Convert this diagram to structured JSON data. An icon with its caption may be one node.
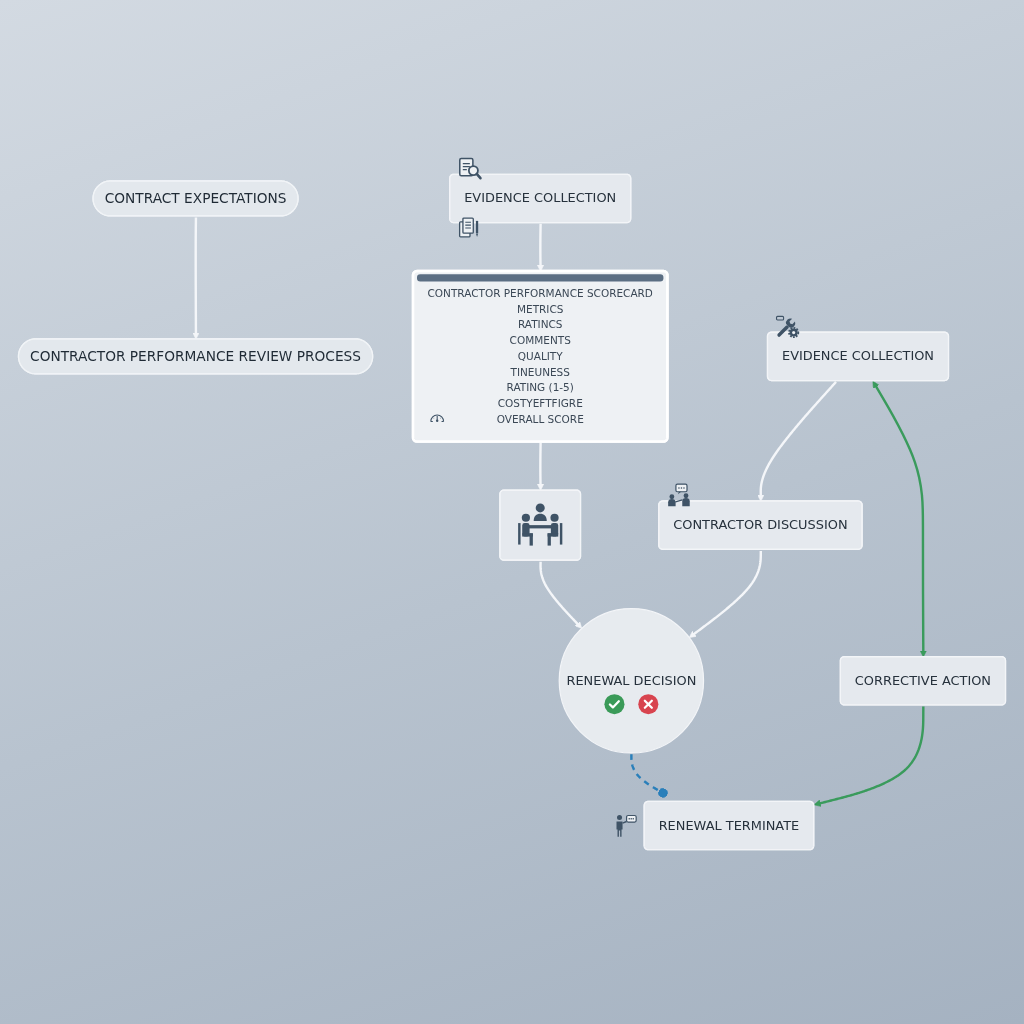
{
  "diagram": {
    "nodes": [
      {
        "text": [
          "CONTRACT EXPECTATIONS"
        ]
      },
      {
        "text": [
          "CONTRACTOR PERFORMANCE REVIEW PROCESS"
        ]
      },
      {
        "text": [
          "EVIDENCE COLLECTION"
        ]
      },
      {
        "text": [
          "CONTRACTOR PERFORMANCE SCORECARD",
          "METRICS",
          "RATINCS",
          "COMMENTS",
          "QUALITY",
          "TINEUNESS",
          "RATING (1-5)",
          "COSTYEFTFIGRE",
          "OVERALL SCORE"
        ]
      },
      {
        "text": [],
        "shape": "box"
      },
      {
        "text": [
          "EVIDENCE COLLECTION"
        ]
      },
      {
        "text": [
          "CONTRACTOR DISCUSSION"
        ]
      },
      {
        "text": [
          "RENEWAL DECISION"
        ]
      },
      {
        "text": [
          "CORRECTIVE ACTION"
        ]
      },
      {
        "text": [
          "RENEWAL TERMINATE"
        ]
      }
    ],
    "edges": [
      {
        "from": 0,
        "to": 1,
        "arrow": "to"
      },
      {
        "from": 2,
        "to": 3,
        "arrow": "to"
      },
      {
        "from": 3,
        "to": 4,
        "arrow": "to"
      },
      {
        "from": 4,
        "to": 7,
        "arrow": "to"
      },
      {
        "from": 5,
        "to": 6,
        "arrow": "to"
      },
      {
        "from": 6,
        "to": 7,
        "arrow": "to"
      },
      {
        "from": 5,
        "to": 8,
        "arrow": "both",
        "color": "#3a9b5c"
      },
      {
        "from": 8,
        "to": 9,
        "arrow": "to",
        "color": "#3a9b5c"
      },
      {
        "from": 7,
        "to": 9,
        "arrow": "other",
        "style": "dashed",
        "color": "#2a7fba"
      }
    ]
  }
}
